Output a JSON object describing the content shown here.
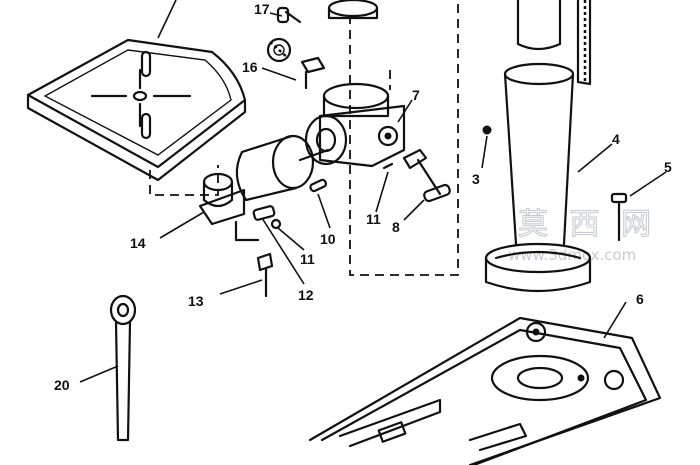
{
  "callouts": {
    "c3": "3",
    "c4": "4",
    "c5": "5",
    "c6": "6",
    "c7": "7",
    "c8": "8",
    "c10": "10",
    "c11a": "11",
    "c11b": "11",
    "c12": "12",
    "c13": "13",
    "c14": "14",
    "c16": "16",
    "c17": "17",
    "c20": "20"
  },
  "watermark": {
    "text": "莫 西 网",
    "url": "www.3dmox.com"
  }
}
